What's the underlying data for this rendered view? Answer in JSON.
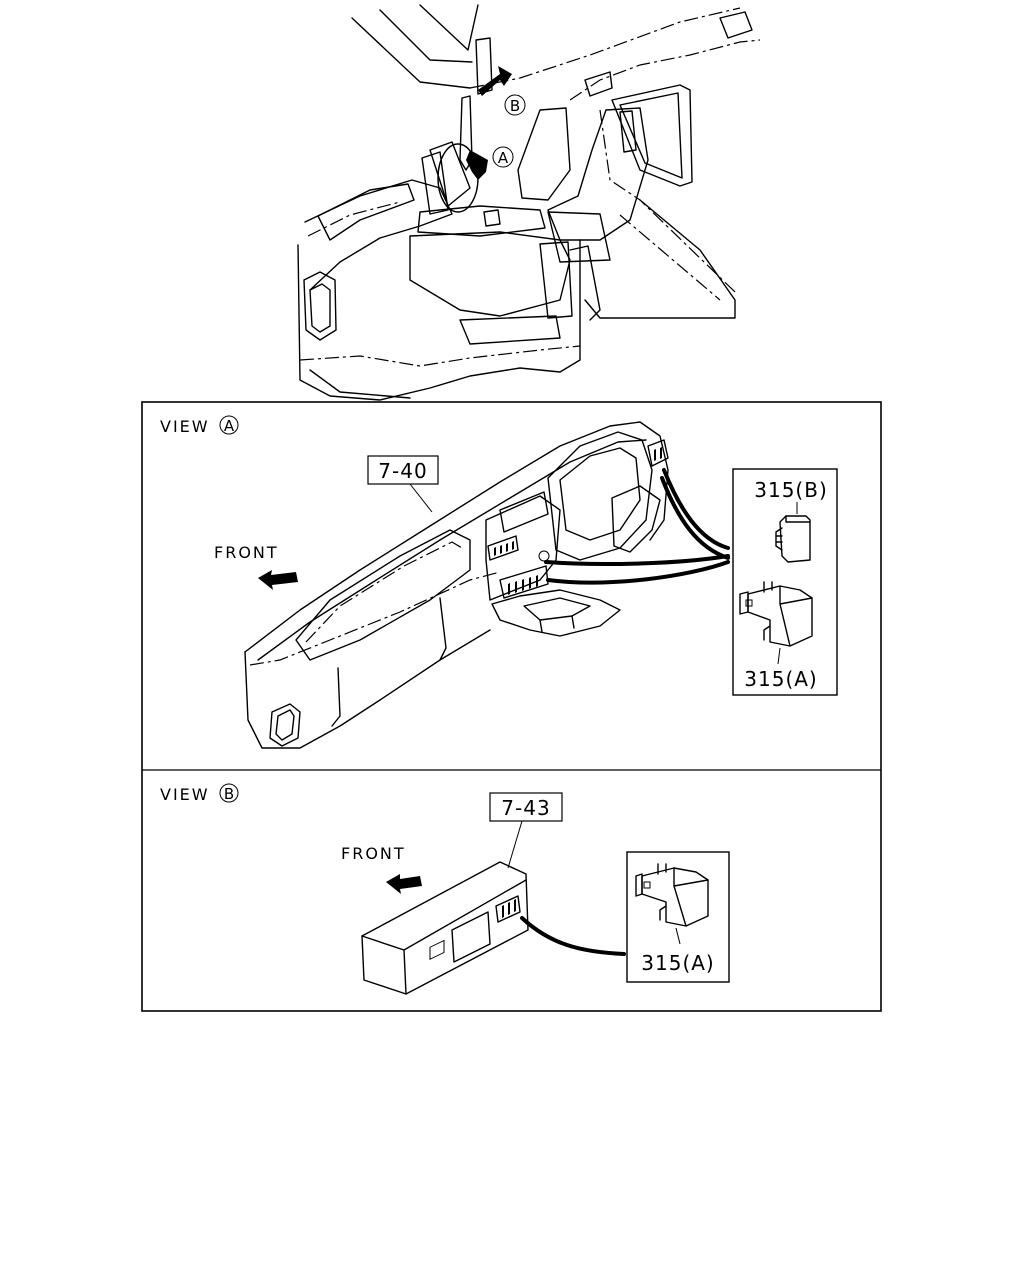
{
  "overview": {
    "callout_a": "A",
    "callout_b": "B"
  },
  "view_a": {
    "title_word": "VIEW",
    "title_letter": "A",
    "front_label": "FRONT",
    "ref_label": "7-40",
    "part_top": "315(B)",
    "part_bottom": "315(A)"
  },
  "view_b": {
    "title_word": "VIEW",
    "title_letter": "B",
    "front_label": "FRONT",
    "ref_label": "7-43",
    "part": "315(A)"
  }
}
